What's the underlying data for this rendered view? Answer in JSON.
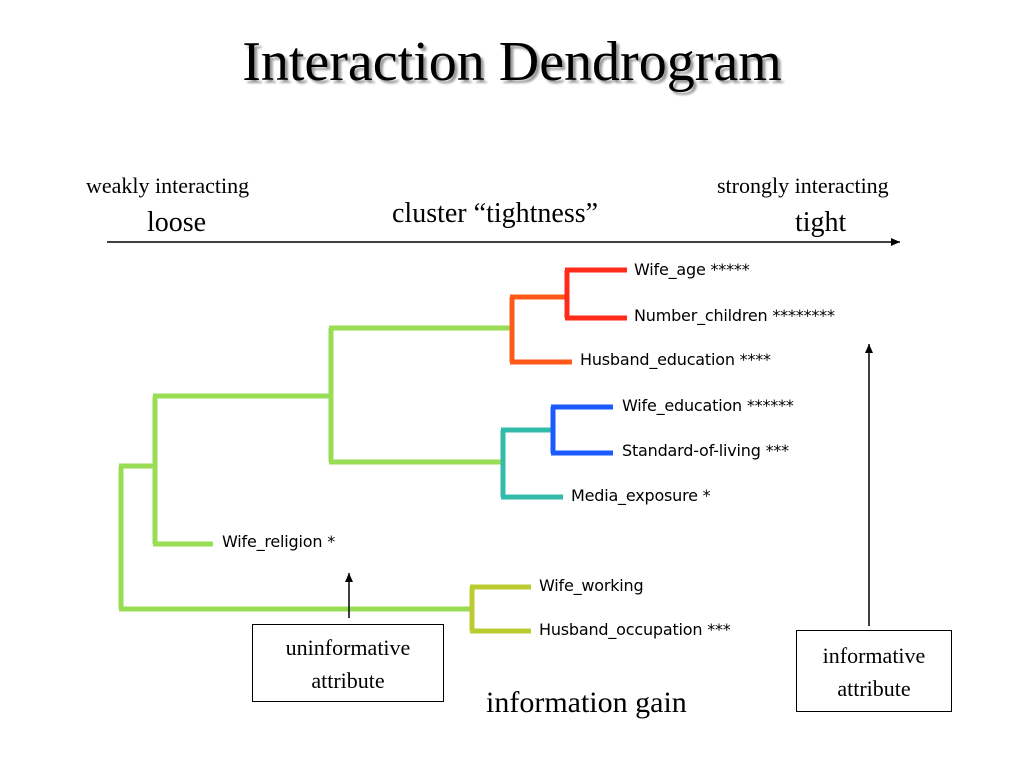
{
  "title": "Interaction Dendrogram",
  "axis": {
    "left_note": "weakly interacting",
    "left_label": "loose",
    "center_label": "cluster “tightness”",
    "right_note": "strongly interacting",
    "right_label": "tight"
  },
  "leaves": [
    {
      "name": "Wife_age",
      "stars": "*****",
      "color": "#ff2a1a"
    },
    {
      "name": "Number_children",
      "stars": "********",
      "color": "#ff2a1a"
    },
    {
      "name": "Husband_education",
      "stars": "****",
      "color": "#ff5a1a"
    },
    {
      "name": "Wife_education",
      "stars": "******",
      "color": "#1a5aff"
    },
    {
      "name": "Standard-of-living",
      "stars": "***",
      "color": "#1a5aff"
    },
    {
      "name": "Media_exposure",
      "stars": "*",
      "color": "#33bbaa"
    },
    {
      "name": "Wife_religion",
      "stars": "*",
      "color": "#99dd55"
    },
    {
      "name": "Wife_working",
      "stars": "",
      "color": "#bbcc33"
    },
    {
      "name": "Husband_occupation",
      "stars": "***",
      "color": "#bbcc33"
    }
  ],
  "colors": {
    "red": "#ff2a1a",
    "orange": "#ff5a1a",
    "blue": "#1a5aff",
    "teal": "#33bbaa",
    "green": "#99dd55",
    "olive": "#bbcc33"
  },
  "callouts": {
    "uninformative_line1": "uninformative",
    "uninformative_line2": "attribute",
    "informative_line1": "informative",
    "informative_line2": "attribute"
  },
  "footer_label": "information gain"
}
